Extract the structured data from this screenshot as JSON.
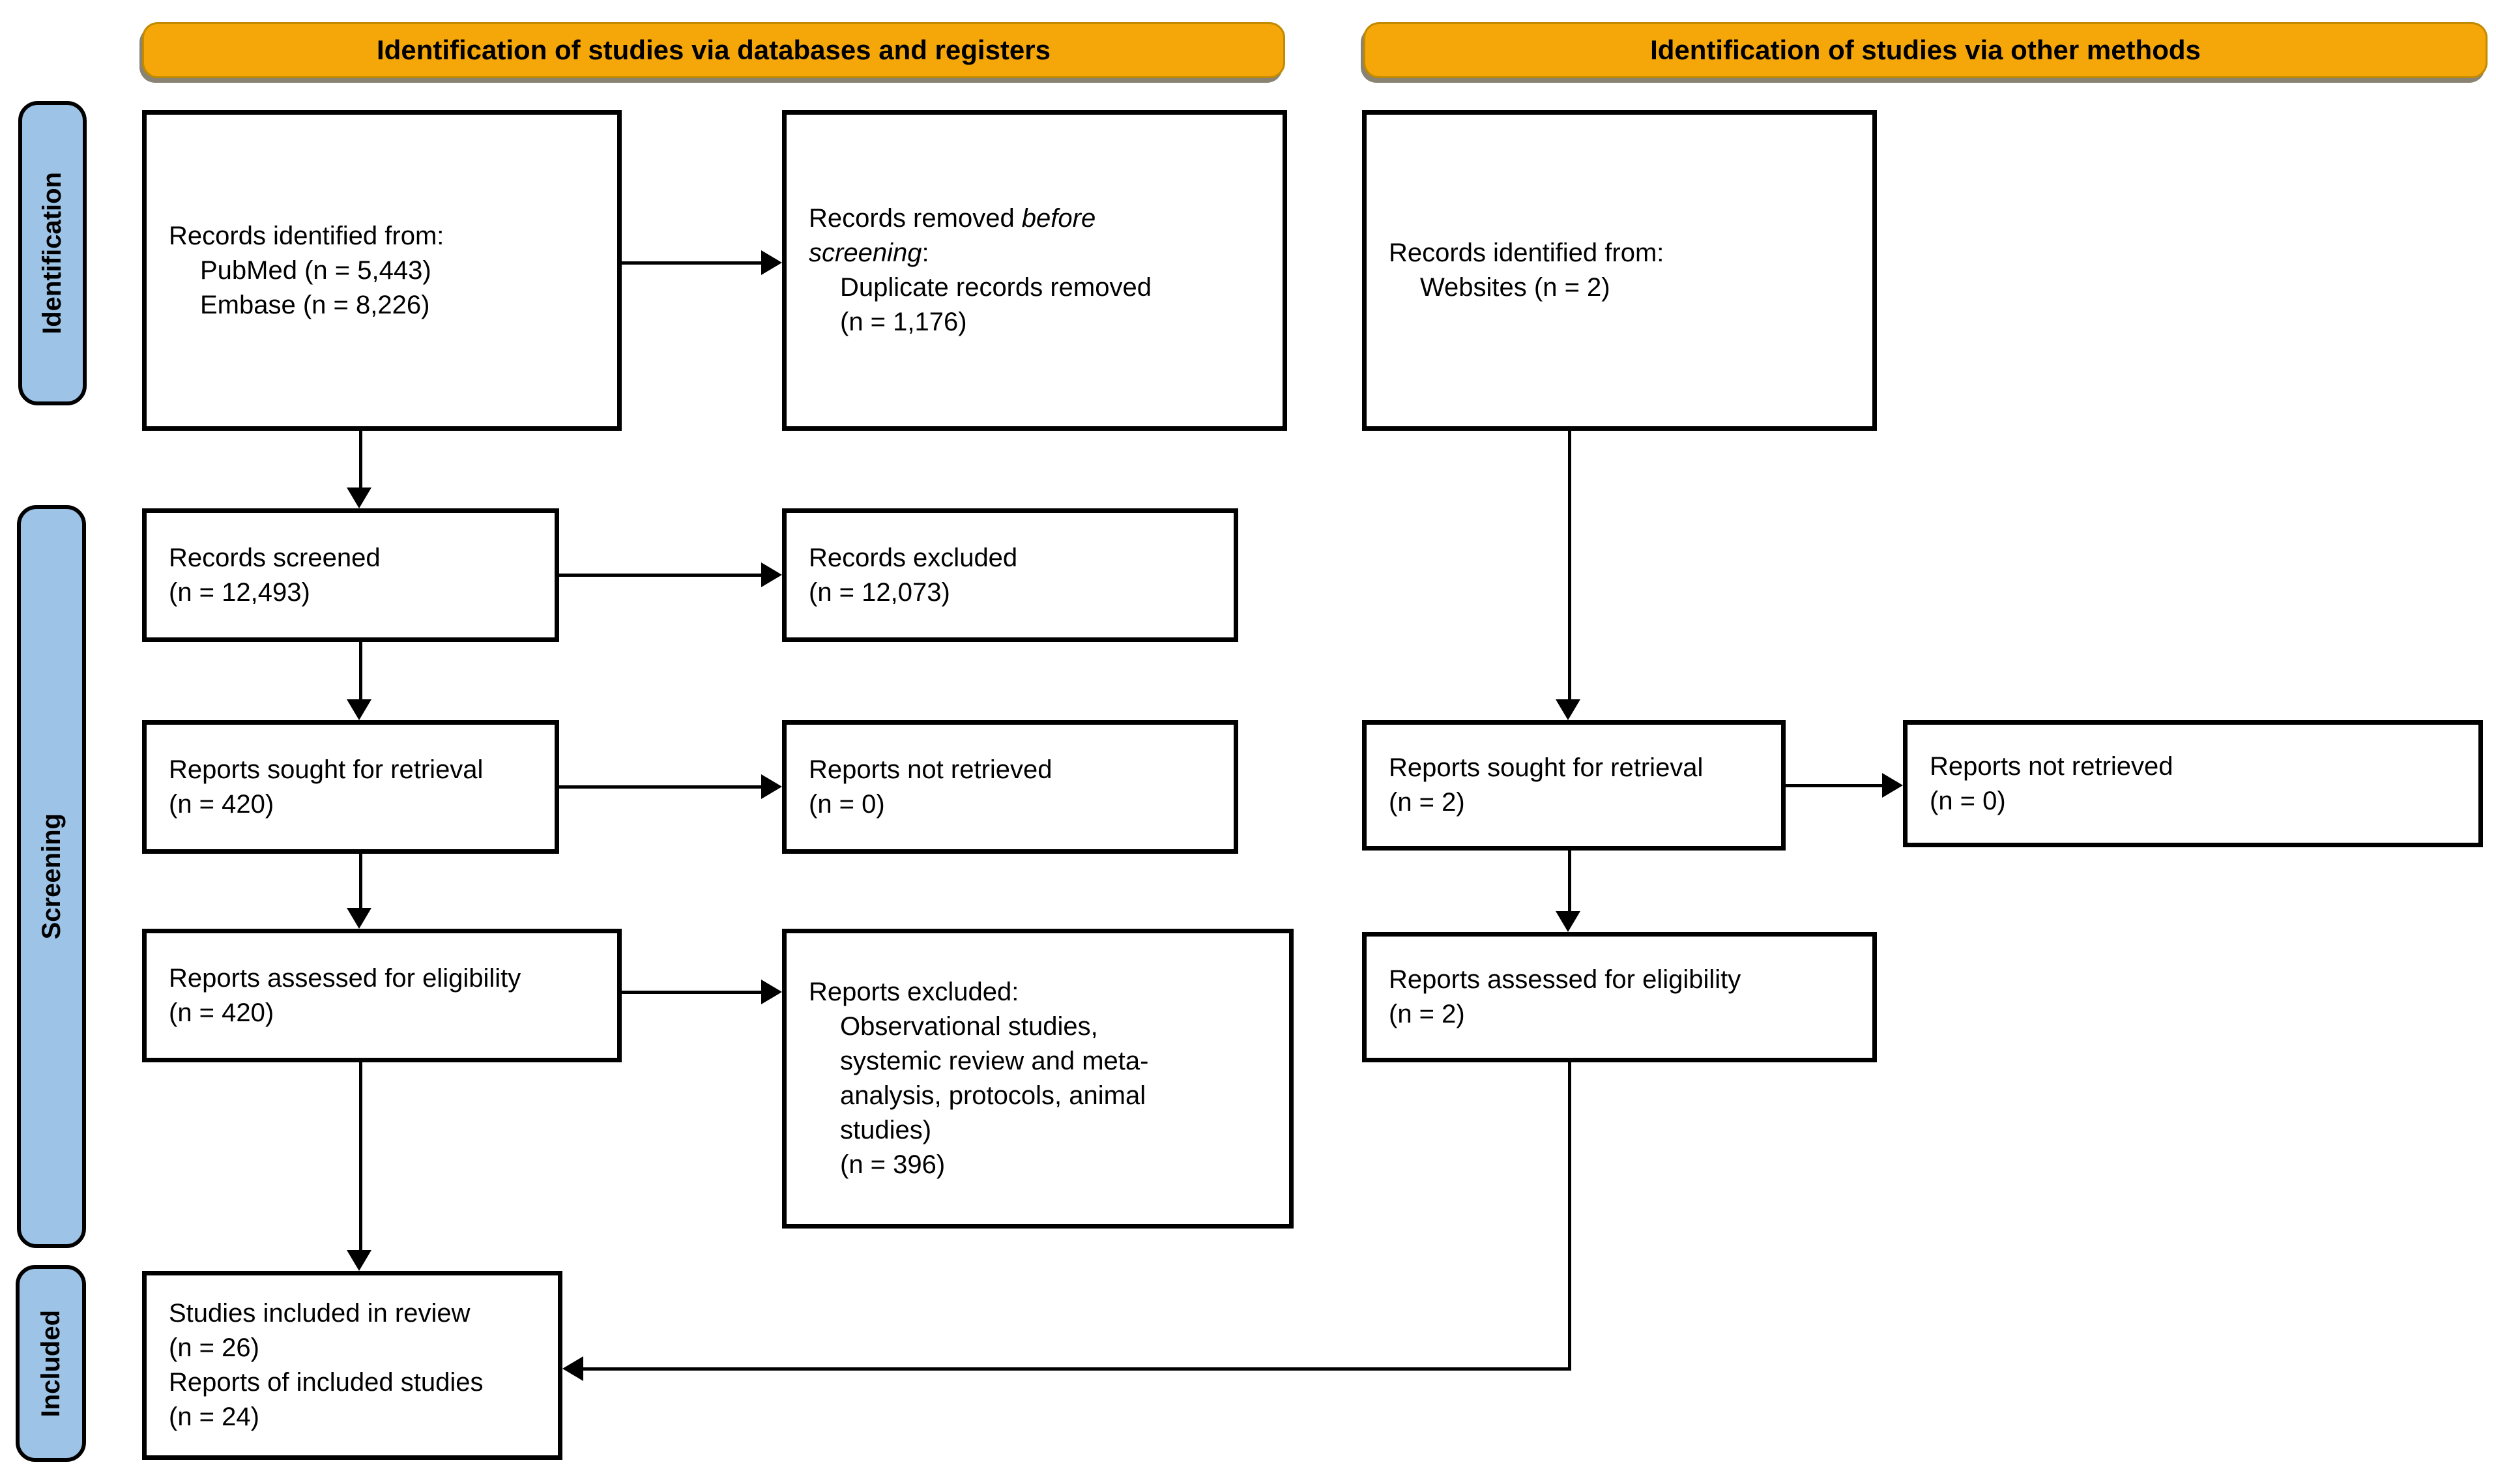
{
  "title": "PRISMA flow diagram of study selection",
  "colors": {
    "banner_bg": "#F5A70A",
    "banner_border": "#C18A00",
    "sidebar_bg": "#9DC3E6",
    "line_color": "#000000",
    "page_bg": "#FFFFFF",
    "text_color": "#000000"
  },
  "banners": [
    {
      "label": "Identification of studies via databases and registers"
    },
    {
      "label": "Identification of studies via other methods"
    }
  ],
  "stages": [
    {
      "label": "Identification"
    },
    {
      "label": "Screening"
    },
    {
      "label": "Included"
    }
  ],
  "boxes": {
    "records_identified_db": {
      "line1": "Records identified from:",
      "item1": "PubMed (n = 5,443)",
      "item2": "Embase (n = 8,226)"
    },
    "records_removed": {
      "prefix": "Records removed ",
      "italic_1": "before",
      "italic_2": "screening",
      "suffix": ":",
      "item1": "Duplicate records removed",
      "item2": "(n = 1,176)"
    },
    "records_identified_other": {
      "line1": "Records identified from:",
      "item1": "Websites (n = 2)"
    },
    "records_screened": {
      "line1": "Records screened",
      "line2": "(n = 12,493)"
    },
    "records_excluded": {
      "line1": "Records excluded",
      "line2": "(n = 12,073)"
    },
    "reports_sought_db": {
      "line1": "Reports sought for retrieval",
      "line2": "(n = 420)"
    },
    "reports_not_retrieved_db": {
      "line1": "Reports not retrieved",
      "line2": "(n = 0)"
    },
    "reports_sought_other": {
      "line1": "Reports sought for retrieval",
      "line2": "(n = 2)"
    },
    "reports_not_retrieved_other": {
      "line1": "Reports not retrieved",
      "line2": "(n = 0)"
    },
    "reports_assessed_db": {
      "line1": "Reports assessed for eligibility",
      "line2": "(n = 420)"
    },
    "reports_excluded": {
      "line1": "Reports excluded:",
      "item1": "Observational studies,",
      "item2": "systemic review and meta-",
      "item3": "analysis, protocols, animal",
      "item4": "studies)",
      "item5": "(n = 396)"
    },
    "reports_assessed_other": {
      "line1": "Reports assessed for eligibility",
      "line2": "(n = 2)"
    },
    "included": {
      "line1": "Studies included in review",
      "line2": "(n = 26)",
      "line3": "Reports of included studies",
      "line4": "(n = 24)"
    }
  }
}
